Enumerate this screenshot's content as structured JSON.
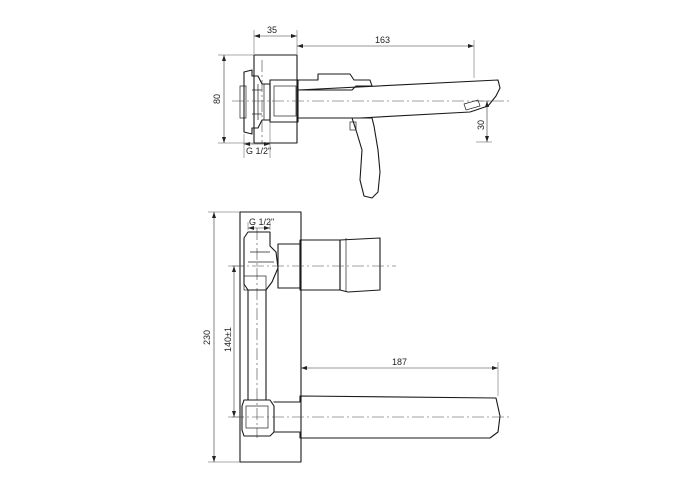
{
  "top_view": {
    "dim_width_top": "35",
    "dim_length_top": "163",
    "dim_height_left": "80",
    "dim_spout_drop": "30",
    "thread_label": "G 1/2\""
  },
  "front_view": {
    "thread_label": "G 1/2\"",
    "dim_spout_length": "187",
    "dim_total_height": "230",
    "dim_center_distance": "140±1"
  }
}
